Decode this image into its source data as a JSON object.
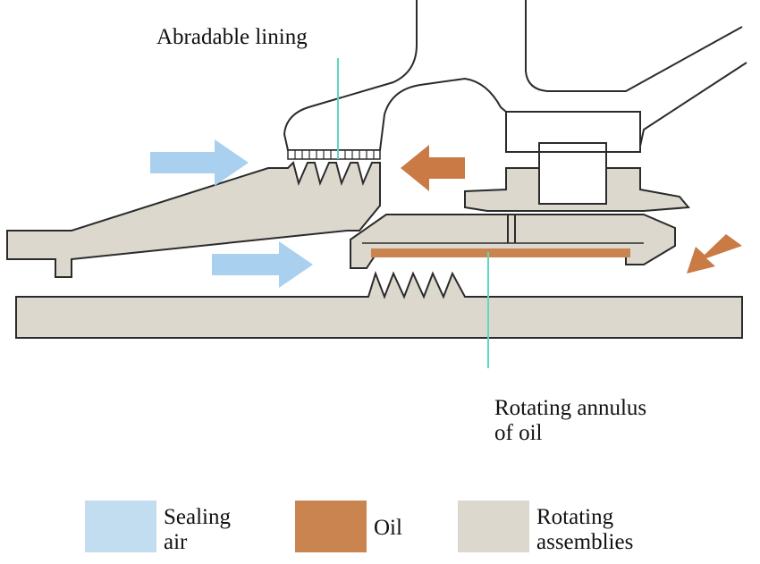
{
  "labels": {
    "abradable_lining": "Abradable lining",
    "rotating_annulus_line1": "Rotating annulus",
    "rotating_annulus_line2": "of oil"
  },
  "legend": [
    {
      "key": "sealing_air",
      "line1": "Sealing",
      "line2": "air",
      "color": "#c2dcf0"
    },
    {
      "key": "oil",
      "line1": "Oil",
      "line2": "",
      "color": "#c98450"
    },
    {
      "key": "rotating",
      "line1": "Rotating",
      "line2": "assemblies",
      "color": "#dcd8cd"
    }
  ],
  "colors": {
    "metal": "#dcd8cd",
    "outline": "#2b2b2b",
    "air": "#a9d0ef",
    "oil_arrow": "#c97a45",
    "oil_film": "#c98450",
    "leader": "#5fd8c0"
  }
}
